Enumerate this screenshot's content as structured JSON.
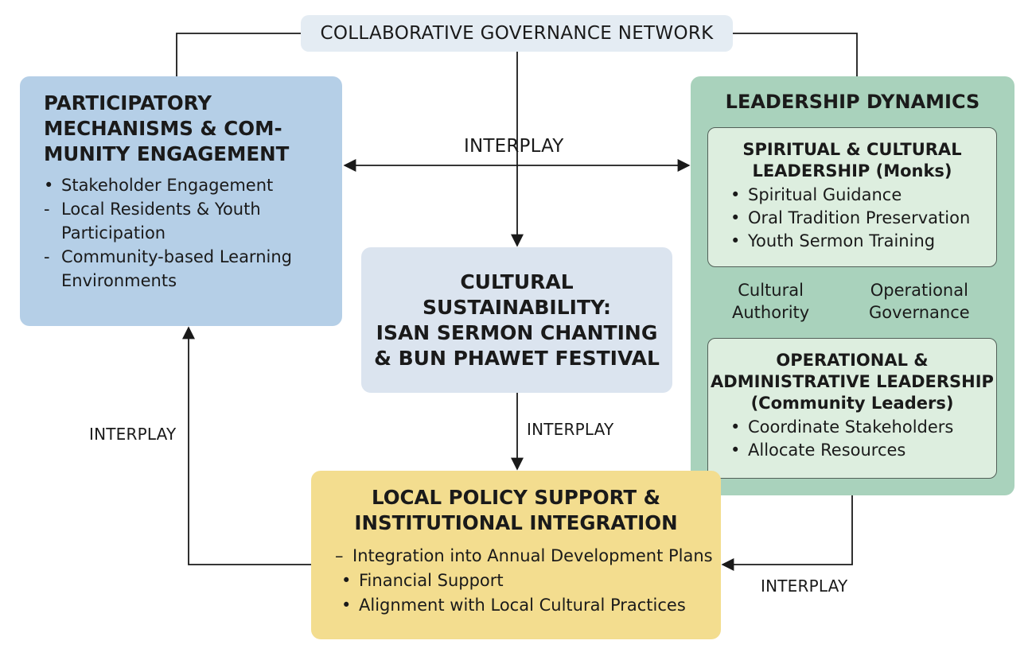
{
  "network": {
    "title": "COLLABORATIVE GOVERNANCE NETWORK"
  },
  "participatory": {
    "title_lines": [
      "PARTICIPATORY",
      "MECHANISMS & COM-",
      "MUNITY ENGAGEMENT"
    ],
    "items": [
      {
        "marker": "•",
        "text": "Stakeholder Engagement"
      },
      {
        "marker": "-",
        "text": "Local Residents & Youth Participation"
      },
      {
        "marker": "-",
        "text": "Community-based Learning Environments"
      }
    ]
  },
  "leadership": {
    "title": "LEADERSHIP DYNAMICS",
    "spiritual": {
      "title_lines": [
        "SPIRITUAL & CULTURAL",
        "LEADERSHIP (Monks)"
      ],
      "items": [
        "Spiritual Guidance",
        "Oral Tradition Preservation",
        "Youth Sermon Training"
      ]
    },
    "left_label_lines": [
      "Cultural",
      "Authority"
    ],
    "right_label_lines": [
      "Operational",
      "Governance"
    ],
    "operational": {
      "title_lines": [
        "OPERATIONAL &",
        "ADMINISTRATIVE LEADERSHIP",
        "(Community Leaders)"
      ],
      "items": [
        "Coordinate Stakeholders",
        "Allocate Resources"
      ]
    }
  },
  "cultural": {
    "title_lines": [
      "CULTURAL",
      "SUSTAINABILITY:",
      "ISAN SERMON CHANTING",
      "& BUN PHAWET FESTIVAL"
    ]
  },
  "policy": {
    "title_lines": [
      "LOCAL POLICY SUPPORT &",
      "INSTITUTIONAL INTEGRATION"
    ],
    "items": [
      {
        "marker": "–",
        "text": "Integration into Annual Development Plans"
      },
      {
        "marker": "•",
        "text": "Financial Support"
      },
      {
        "marker": "•",
        "text": "Alignment with Local Cultural Practices"
      }
    ]
  },
  "labels": {
    "interplay_top": "INTERPLAY",
    "interplay_left": "INTERPLAY",
    "interplay_middle": "INTERPLAY",
    "interplay_right": "INTERPLAY"
  },
  "colors": {
    "participatory": "#b5cfe7",
    "leadership": "#a9d2bc",
    "cultural": "#dbe4ef",
    "policy": "#f3dd8f",
    "network": "#e4ecf3",
    "line": "#1a1a1a"
  }
}
